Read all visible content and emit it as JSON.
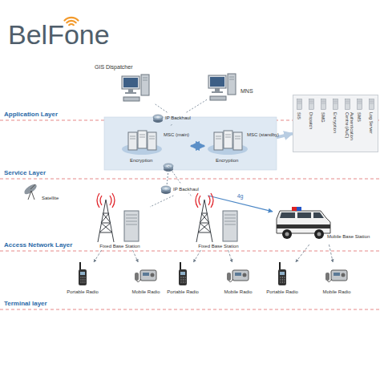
{
  "diagram": {
    "nodes": [
      {
        "text": [
          "GIS Dispatcher"
        ]
      },
      {
        "text": [
          "MNS"
        ]
      },
      {
        "text": [
          "IP Backhaul"
        ]
      },
      {
        "text": [
          "SIS",
          "Dispatch",
          "SMG",
          "Encryption",
          "Authentication Centre (AuC)",
          "SMS",
          "Log Server"
        ]
      },
      {
        "text": [
          "MSC (main)",
          "Encryption"
        ]
      },
      {
        "text": [
          "MSC (standby)",
          "Encryption"
        ]
      },
      {
        "text": [
          "IP Backhaul"
        ]
      },
      {
        "text": [
          "Satellite"
        ]
      },
      {
        "text": [
          "Fixed Base Station"
        ]
      },
      {
        "text": [
          "Fixed Base Station"
        ]
      },
      {
        "text": [
          "Mobile Base Station"
        ]
      },
      {
        "text": [
          "Portable Radio"
        ]
      },
      {
        "text": [
          "Mobile Radio"
        ]
      },
      {
        "text": [
          "Portable Radio"
        ]
      },
      {
        "text": [
          "Mobile Radio"
        ]
      },
      {
        "text": [
          "Portable Radio"
        ]
      },
      {
        "text": [
          "Mobile Radio"
        ]
      }
    ],
    "edges": [
      {
        "from": 0,
        "to": 2,
        "arrow": "none"
      },
      {
        "from": 1,
        "to": 2,
        "arrow": "none"
      },
      {
        "from": 2,
        "to": 4,
        "arrow": "none"
      },
      {
        "from": 4,
        "to": 5,
        "arrow": "both"
      },
      {
        "from": 5,
        "to": 3,
        "arrow": "to"
      },
      {
        "from": 4,
        "to": 6,
        "arrow": "none"
      },
      {
        "from": 6,
        "to": 8,
        "arrow": "none"
      },
      {
        "from": 6,
        "to": 9,
        "arrow": "none"
      },
      {
        "from": 6,
        "to": 10,
        "label": "4g",
        "arrow": "to"
      },
      {
        "from": 8,
        "to": 11,
        "arrow": "to"
      },
      {
        "from": 8,
        "to": 12,
        "arrow": "to"
      },
      {
        "from": 9,
        "to": 13,
        "arrow": "to"
      },
      {
        "from": 9,
        "to": 14,
        "arrow": "to"
      },
      {
        "from": 10,
        "to": 15,
        "arrow": "to"
      },
      {
        "from": 10,
        "to": 16,
        "arrow": "to"
      }
    ],
    "labels": [
      "BelFone",
      "Application Layer",
      "Service Layer",
      "Access Network Layer",
      "Terminal layer"
    ]
  }
}
